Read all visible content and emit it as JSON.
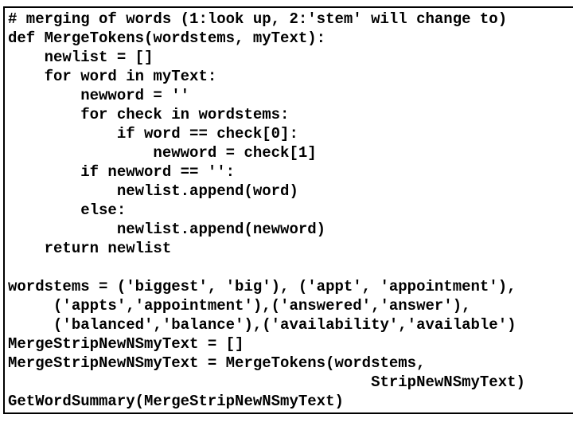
{
  "slide": {
    "background_color": "#ffffff",
    "border_color": "#000000",
    "text_color": "#000000",
    "code_lines": [
      "# merging of words (1:look up, 2:'stem' will change to)",
      "def MergeTokens(wordstems, myText):",
      "    newlist = []",
      "    for word in myText:",
      "        newword = ''",
      "        for check in wordstems:",
      "            if word == check[0]:",
      "                newword = check[1]",
      "        if newword == '':",
      "            newlist.append(word)",
      "        else:",
      "            newlist.append(newword)",
      "    return newlist",
      "",
      "wordstems = ('biggest', 'big'), ('appt', 'appointment'),",
      "     ('appts','appointment'),('answered','answer'),",
      "     ('balanced','balance'),('availability','available')",
      "MergeStripNewNSmyText = []",
      "MergeStripNewNSmyText = MergeTokens(wordstems,",
      "                                        StripNewNSmyText)",
      "GetWordSummary(MergeStripNewNSmyText)"
    ]
  }
}
